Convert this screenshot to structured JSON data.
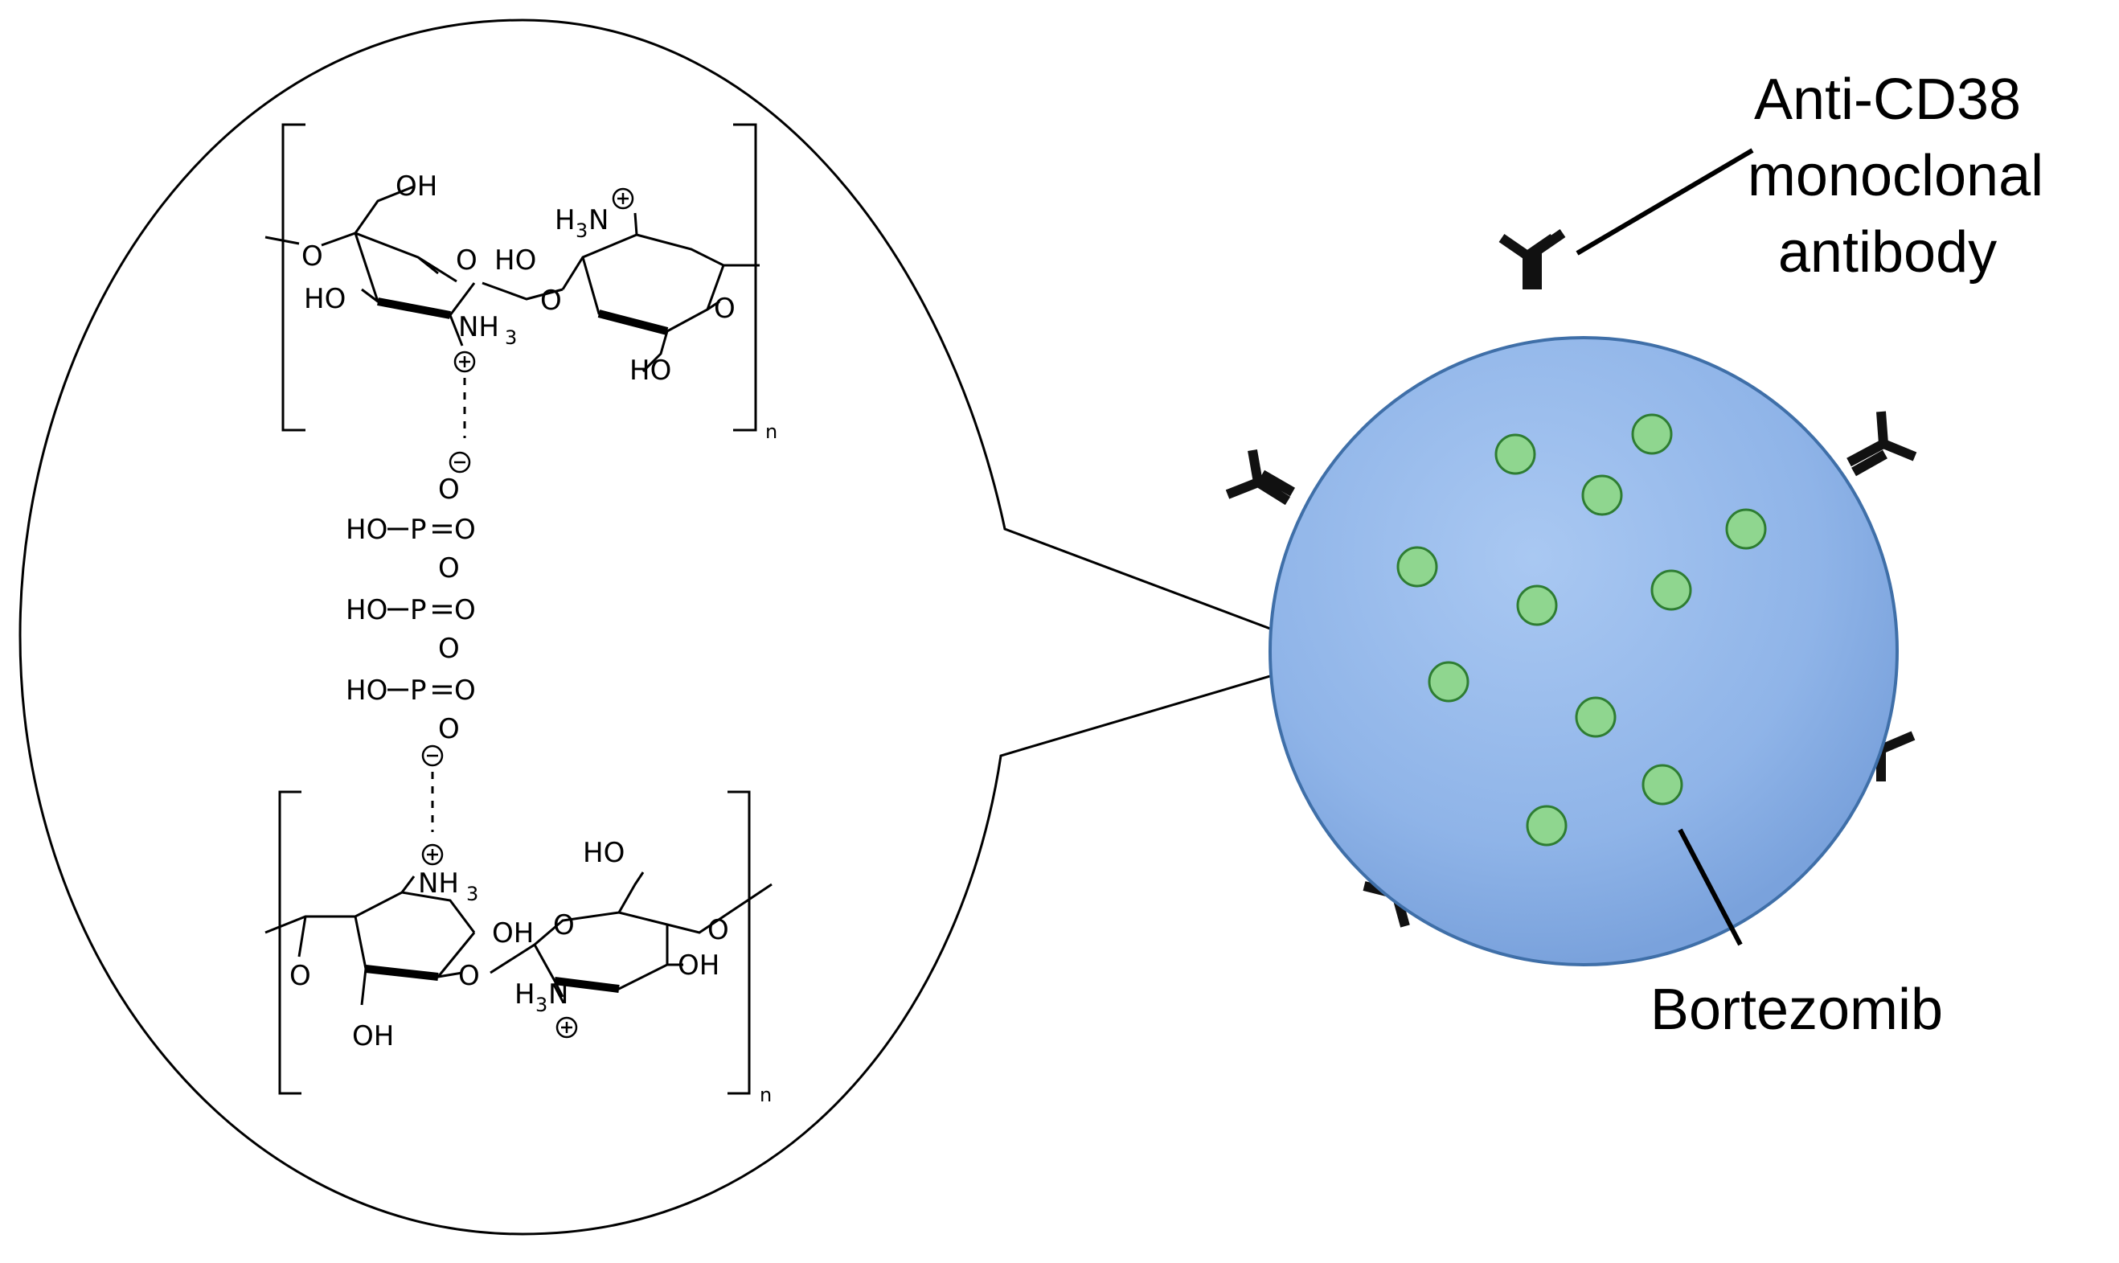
{
  "labels": {
    "antibody_line1": "Anti-CD38",
    "antibody_line2": "monoclonal",
    "antibody_line3": "antibody",
    "drug": "Bortezomib"
  },
  "structure": {
    "repeat_subscript": "n",
    "oh": "OH",
    "ho": "HO",
    "h3n": "H",
    "nh": "NH",
    "n": "N",
    "three": "3",
    "o": "O",
    "p": "P",
    "plus": "+",
    "minus": "−"
  },
  "colors": {
    "nanoparticle_fill": "#8fb4e8",
    "nanoparticle_edge": "#3f6fa8",
    "drug_dot_fill": "#8fd68f",
    "drug_dot_edge": "#2e7d32",
    "antibody": "#111111"
  }
}
